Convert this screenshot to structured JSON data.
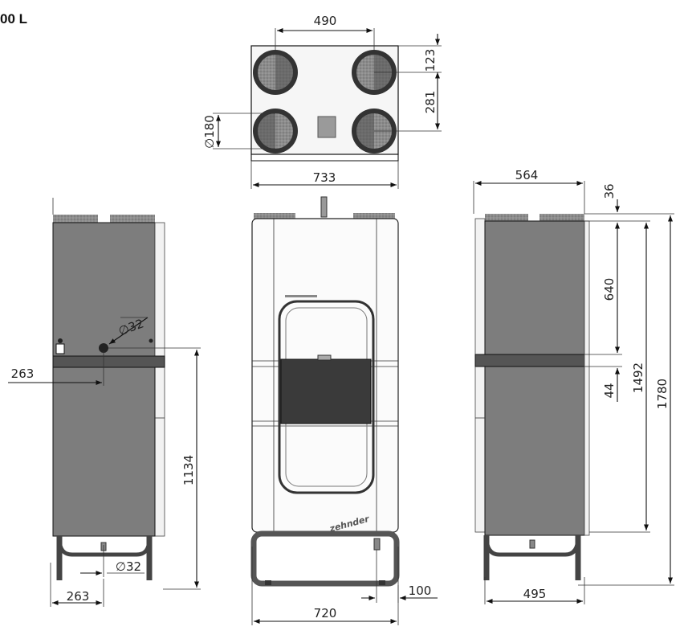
{
  "title": "00 L",
  "top_view": {
    "dim_width_top": "490",
    "dim_width_bottom": "733",
    "dim_right_upper": "123",
    "dim_right_lower": "281",
    "dim_duct_diameter": "∅180"
  },
  "left_view": {
    "dim_drain_diameter": "∅32",
    "dim_drain_offset": "263",
    "dim_height": "1134",
    "dim_bottom_drain": "∅32",
    "dim_bottom_width": "263"
  },
  "front_view": {
    "dim_width": "720",
    "dim_leg": "100",
    "brand_label": "zehnder"
  },
  "right_view": {
    "dim_width_top": "564",
    "dim_width_bottom": "495",
    "dim_top_cap": "36",
    "dim_upper_section": "640",
    "dim_middle_band": "44",
    "dim_body_height": "1492",
    "dim_total_height": "1780"
  },
  "colors": {
    "panel_grey": "#7a7a7a",
    "dark_panel": "#3a3a3a",
    "line": "#111111"
  }
}
